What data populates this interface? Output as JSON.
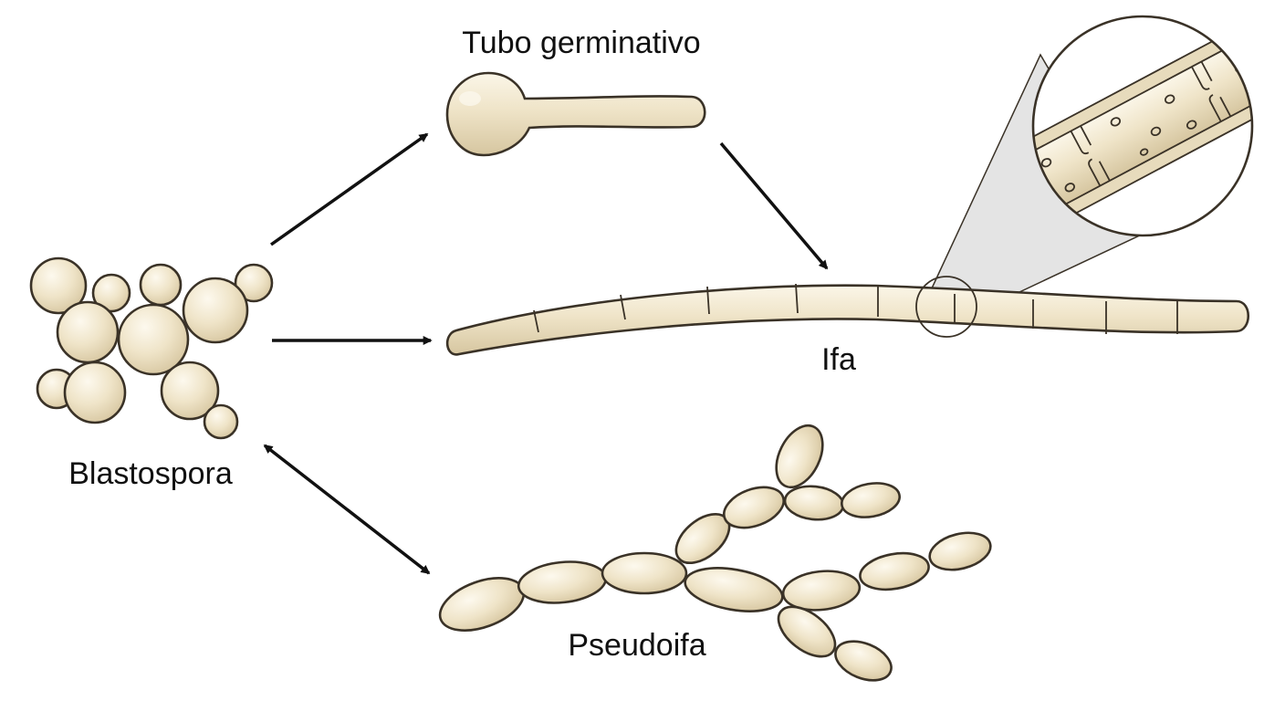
{
  "labels": {
    "germ_tube": "Tubo germinativo",
    "hypha": "Ifa",
    "blastospore": "Blastospora",
    "pseudohypha": "Pseudoifa"
  },
  "colors": {
    "cell_fill": "#efe4c8",
    "cell_outline": "#3a3227",
    "highlight": "#fbf7ec",
    "callout_fill": "#e4e4e4",
    "arrow": "#111111",
    "text": "#111111"
  }
}
